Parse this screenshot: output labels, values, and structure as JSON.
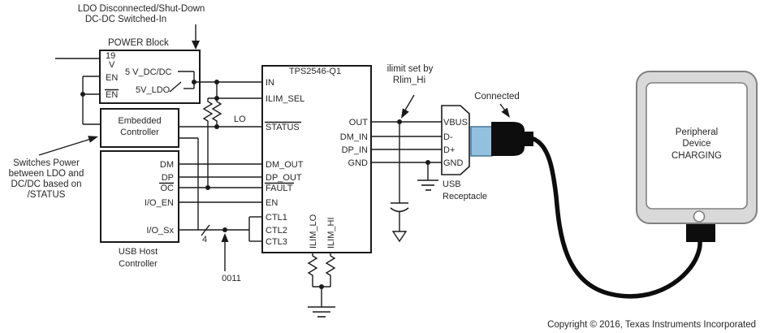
{
  "colors": {
    "line_black": "#1A1A1A",
    "charging_red": "#C0504D",
    "connector_blue": "#92C0DE",
    "connector_blue_border": "#4F7D99",
    "tablet_gray": "#D9D9D9",
    "tablet_border": "#808080",
    "cable_black": "#0D0D0D"
  },
  "top_note": {
    "line1": "LDO Disconnected/Shut-Down",
    "line2": "DC-DC Switched-In"
  },
  "power_block": {
    "title": "POWER Block",
    "pin19": "19",
    "pinV": "V",
    "pinEN": "EN",
    "pinENn": "EN",
    "dcdc": "5 V_DC/DC",
    "ldo": "5V_LDO"
  },
  "left_note": {
    "line1": "Switches Power",
    "line2": "between LDO and",
    "line3": "DC/DC based on",
    "line4": "/STATUS"
  },
  "embedded": {
    "line1": "Embedded",
    "line2": "Controller"
  },
  "usb_host": {
    "pin_dm": "DM",
    "pin_dp": "DP",
    "pin_oc": "OC",
    "pin_ioen": "I/O_EN",
    "pin_iosx": "I/O_Sx",
    "label1": "USB Host",
    "label2": "Controller"
  },
  "bus": {
    "width_label": "4",
    "value_label": "0011"
  },
  "status_state": {
    "lo": "LO"
  },
  "tps": {
    "title": "TPS2546-Q1",
    "pin_in": "IN",
    "pin_ilim_sel": "ILIM_SEL",
    "pin_status": "STATUS",
    "pin_dm_out": "DM_OUT",
    "pin_dp_out": "DP_OUT",
    "pin_fault": "FAULT",
    "pin_en": "EN",
    "pin_ctl1": "CTL1",
    "pin_ctl2": "CTL2",
    "pin_ctl3": "CTL3",
    "pin_out": "OUT",
    "pin_dm_in": "DM_IN",
    "pin_dp_in": "DP_IN",
    "pin_gnd": "GND",
    "pin_ilim_lo": "ILIM_LO",
    "pin_ilim_hi": "ILIM_HI"
  },
  "ilimit_note": {
    "line1": "ilimit set by",
    "line2": "Rlim_Hi"
  },
  "receptacle": {
    "pin_vbus": "VBUS",
    "pin_dm": "D-",
    "pin_dp": "D+",
    "pin_gnd": "GND",
    "label1": "USB",
    "label2": "Receptacle"
  },
  "connected_label": "Connected",
  "device": {
    "line1": "Peripheral",
    "line2": "Device",
    "line3": "CHARGING"
  },
  "copyright": "Copyright © 2016, Texas Instruments Incorporated"
}
